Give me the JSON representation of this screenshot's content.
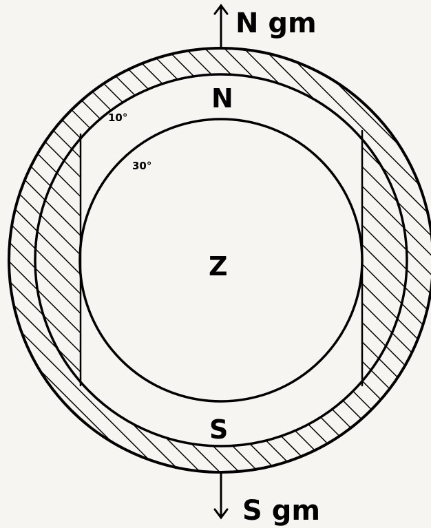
{
  "labels": {
    "north_geomagnetic": "N gm",
    "south_geomagnetic": "S gm",
    "north": "N",
    "south": "S",
    "zenith": "Z",
    "ring_10": "10°",
    "ring_30": "30°"
  },
  "colors": {
    "background": "#f6f5f2",
    "ink": "#000000"
  }
}
